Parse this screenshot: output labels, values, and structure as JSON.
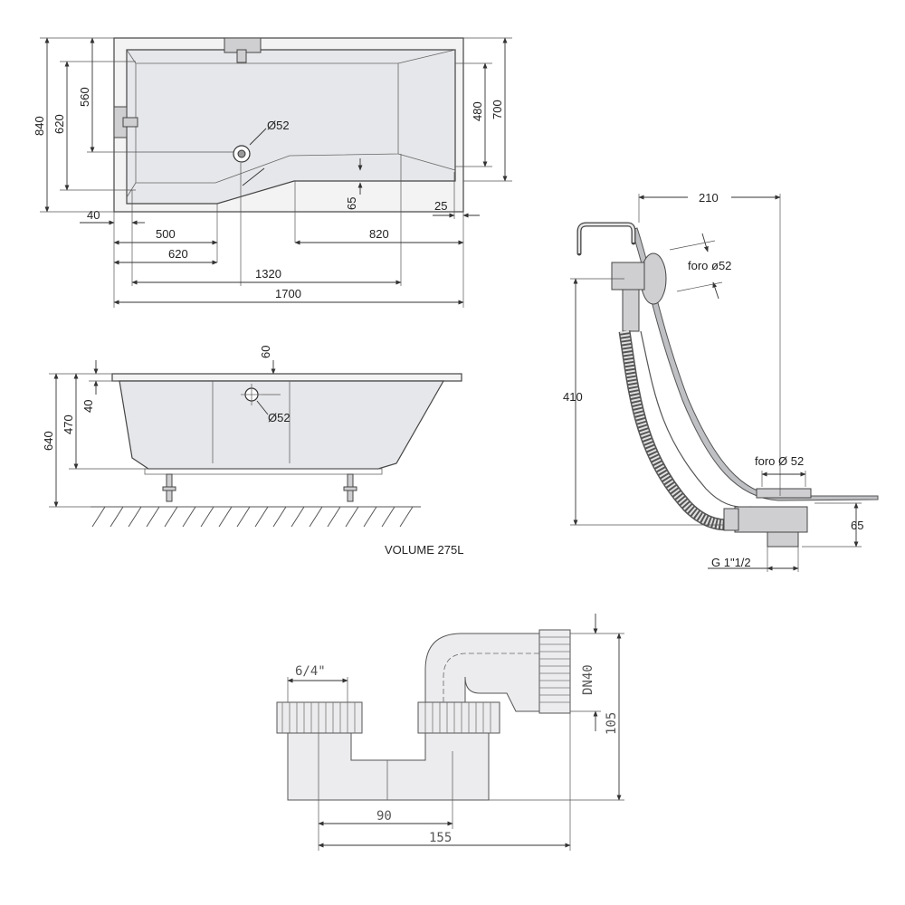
{
  "plan_view": {
    "dims": {
      "width_total": "1700",
      "inner_1320": "1320",
      "left_620": "620",
      "left_500": "500",
      "left_40": "40",
      "right_820": "820",
      "right_25": "25",
      "step_65": "65",
      "height_840": "840",
      "height_620": "620",
      "height_560": "560",
      "right_700": "700",
      "right_480": "480",
      "drain": "Ø52"
    }
  },
  "side_view": {
    "dims": {
      "height_640": "640",
      "height_470": "470",
      "rim_40": "40",
      "overflow_60": "60",
      "overflow_dia": "Ø52"
    },
    "volume": "VOLUME 275L"
  },
  "waste_view": {
    "dims": {
      "width_210": "210",
      "height_410": "410",
      "height_65": "65",
      "overflow_hole": "foro ø52",
      "drain_hole": "foro Ø 52",
      "thread": "G 1\"1/2"
    }
  },
  "trap_view": {
    "dims": {
      "thread_64": "6/4\"",
      "dn40": "DN40",
      "height_105": "105",
      "width_90": "90",
      "width_155": "155"
    }
  }
}
